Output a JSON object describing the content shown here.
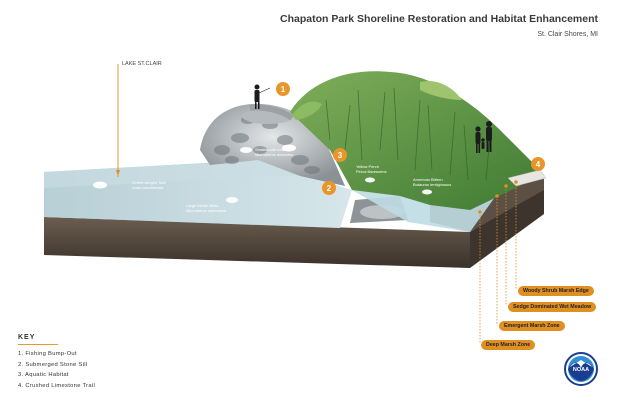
{
  "header": {
    "title": "Chapaton Park Shoreline Restoration and Habitat Enhancement",
    "subtitle": "St. Clair Shores, MI"
  },
  "lake_label": "LAKE ST.CLAIR",
  "key": {
    "title": "KEY",
    "items": [
      "1. Fishing Bump-Out",
      "2. Submerged Stone Sill",
      "3. Aquatic Habitat",
      "4. Crushed Limestone Trail"
    ]
  },
  "badges": [
    "1",
    "2",
    "3",
    "4"
  ],
  "zones": [
    "Woody Shrub Marsh Edge",
    "Sedge Dominated Wet Meadow",
    "Emergent Marsh Zone",
    "Deep Marsh Zone"
  ],
  "species": {
    "green_winged_teal": [
      "Green-winged Teal",
      "Anas carolinensis"
    ],
    "largemouth_bass": [
      "Large Mouth Bass",
      "Micropterus salmoides"
    ],
    "yellow_perch": [
      "Yellow Perch",
      "Perca flavescens"
    ],
    "american_bittern": [
      "American Bittern",
      "Botaurus lentiginosus"
    ],
    "fish_near_rocks": [
      "Smallmouth bass",
      "Micropterus dolomieu"
    ]
  },
  "logo": {
    "text": "NOAA",
    "ring_color": "#1a3d8f",
    "fill_color": "#2e8fd6"
  },
  "colors": {
    "accent": "#e08f22",
    "water": "#bcd5dc",
    "soil": "#4a3f36",
    "marsh": "#4f8a3c"
  }
}
